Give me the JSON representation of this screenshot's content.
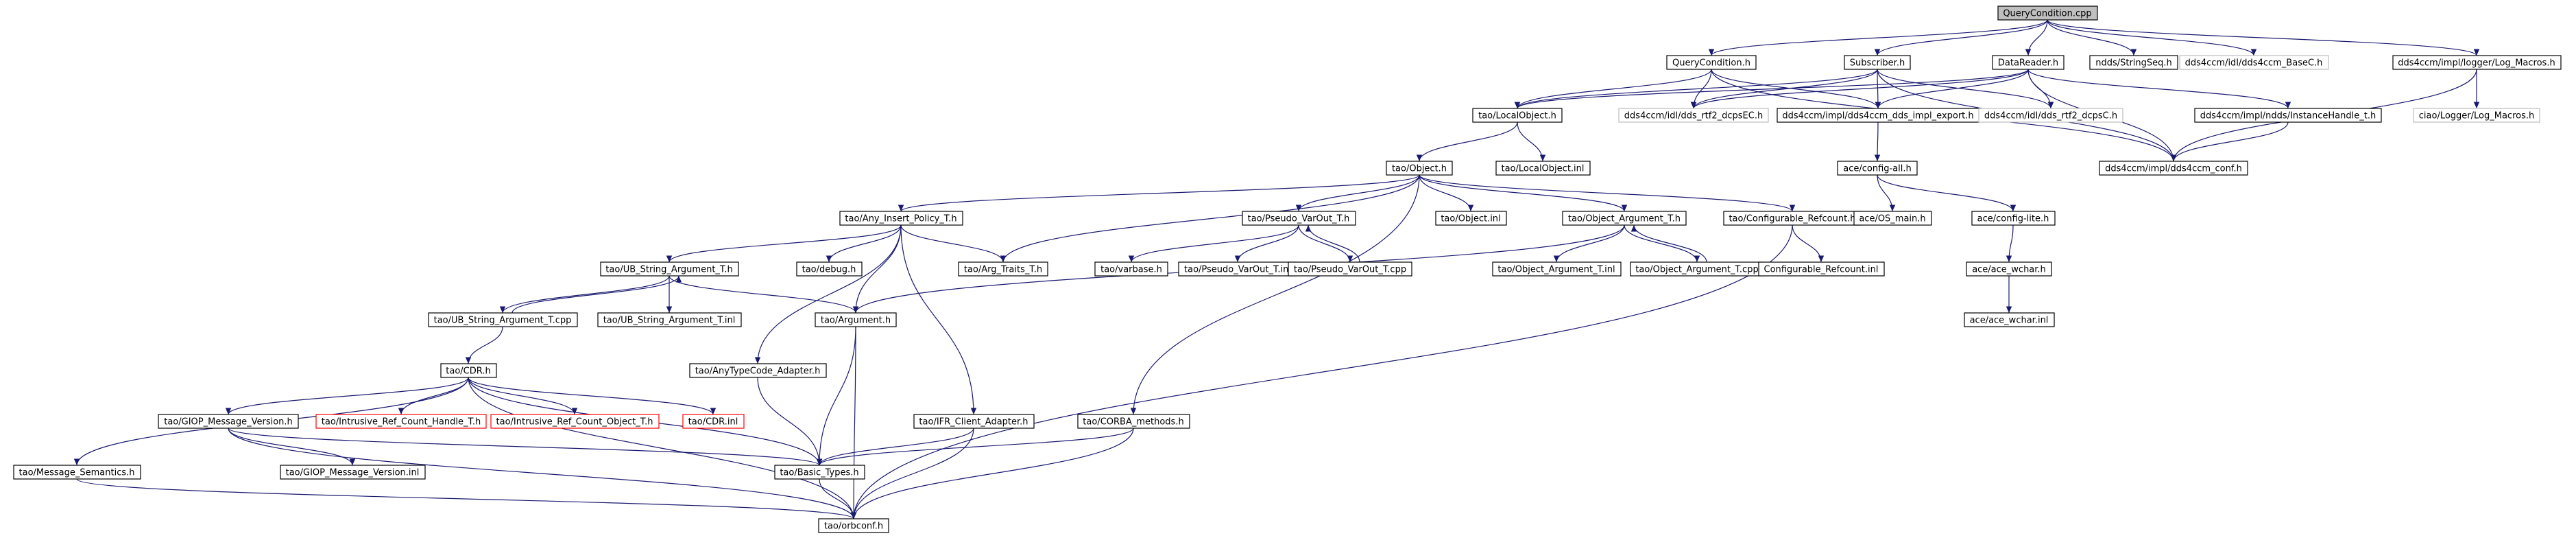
{
  "colors": {
    "edge": "#191970",
    "node_border": "#000000",
    "missing_border": "#ff0000",
    "root_fill": "#bfbfbf",
    "node_fill": "#ffffff",
    "leaf_border": "#bfbfbf"
  },
  "nodes": [
    {
      "id": "n0",
      "label": "QueryCondition.cpp",
      "style": "root"
    },
    {
      "id": "n1",
      "label": "QueryCondition.h",
      "style": "normal"
    },
    {
      "id": "n2",
      "label": "Subscriber.h",
      "style": "normal"
    },
    {
      "id": "n3",
      "label": "DataReader.h",
      "style": "normal"
    },
    {
      "id": "n4",
      "label": "ndds/StringSeq.h",
      "style": "normal"
    },
    {
      "id": "n5",
      "label": "dds4ccm/idl/dds4ccm_BaseC.h",
      "style": "leaf"
    },
    {
      "id": "n6",
      "label": "dds4ccm/impl/logger/Log_Macros.h",
      "style": "normal"
    },
    {
      "id": "n7",
      "label": "tao/LocalObject.h",
      "style": "normal"
    },
    {
      "id": "n8",
      "label": "dds4ccm/idl/dds_rtf2_dcpsEC.h",
      "style": "leaf"
    },
    {
      "id": "n9",
      "label": "dds4ccm/impl/dds4ccm_dds_impl_export.h",
      "style": "normal"
    },
    {
      "id": "n10",
      "label": "dds4ccm/idl/dds_rtf2_dcpsC.h",
      "style": "leaf"
    },
    {
      "id": "n11",
      "label": "dds4ccm/impl/ndds/InstanceHandle_t.h",
      "style": "normal"
    },
    {
      "id": "n12",
      "label": "ciao/Logger/Log_Macros.h",
      "style": "leaf"
    },
    {
      "id": "n13",
      "label": "tao/Object.h",
      "style": "normal"
    },
    {
      "id": "n14",
      "label": "tao/LocalObject.inl",
      "style": "normal"
    },
    {
      "id": "n15",
      "label": "ace/config-all.h",
      "style": "normal"
    },
    {
      "id": "n16",
      "label": "dds4ccm/impl/dds4ccm_conf.h",
      "style": "normal"
    },
    {
      "id": "n17",
      "label": "tao/Any_Insert_Policy_T.h",
      "style": "normal"
    },
    {
      "id": "n18",
      "label": "tao/Pseudo_VarOut_T.h",
      "style": "normal"
    },
    {
      "id": "n19",
      "label": "tao/Object.inl",
      "style": "normal"
    },
    {
      "id": "n20",
      "label": "tao/Object_Argument_T.h",
      "style": "normal"
    },
    {
      "id": "n21",
      "label": "tao/Configurable_Refcount.h",
      "style": "normal"
    },
    {
      "id": "n22",
      "label": "ace/OS_main.h",
      "style": "normal"
    },
    {
      "id": "n23",
      "label": "ace/config-lite.h",
      "style": "normal"
    },
    {
      "id": "n24",
      "label": "tao/UB_String_Argument_T.h",
      "style": "normal"
    },
    {
      "id": "n25",
      "label": "tao/debug.h",
      "style": "normal"
    },
    {
      "id": "n26",
      "label": "tao/Arg_Traits_T.h",
      "style": "normal"
    },
    {
      "id": "n27",
      "label": "tao/varbase.h",
      "style": "normal"
    },
    {
      "id": "n28",
      "label": "tao/Pseudo_VarOut_T.inl",
      "style": "normal"
    },
    {
      "id": "n29",
      "label": "tao/Pseudo_VarOut_T.cpp",
      "style": "normal"
    },
    {
      "id": "n30",
      "label": "tao/Object_Argument_T.inl",
      "style": "normal"
    },
    {
      "id": "n31",
      "label": "tao/Object_Argument_T.cpp",
      "style": "normal"
    },
    {
      "id": "n32",
      "label": "Configurable_Refcount.inl",
      "style": "normal"
    },
    {
      "id": "n33",
      "label": "ace/ace_wchar.h",
      "style": "normal"
    },
    {
      "id": "n34",
      "label": "tao/UB_String_Argument_T.cpp",
      "style": "normal"
    },
    {
      "id": "n35",
      "label": "tao/UB_String_Argument_T.inl",
      "style": "normal"
    },
    {
      "id": "n36",
      "label": "tao/Argument.h",
      "style": "normal"
    },
    {
      "id": "n37",
      "label": "ace/ace_wchar.inl",
      "style": "normal"
    },
    {
      "id": "n38",
      "label": "tao/CDR.h",
      "style": "normal"
    },
    {
      "id": "n39",
      "label": "tao/AnyTypeCode_Adapter.h",
      "style": "normal"
    },
    {
      "id": "n40",
      "label": "tao/GIOP_Message_Version.h",
      "style": "normal"
    },
    {
      "id": "n41",
      "label": "tao/Intrusive_Ref_Count_Handle_T.h",
      "style": "missing"
    },
    {
      "id": "n42",
      "label": "tao/Intrusive_Ref_Count_Object_T.h",
      "style": "missing"
    },
    {
      "id": "n43",
      "label": "tao/CDR.inl",
      "style": "missing"
    },
    {
      "id": "n44",
      "label": "tao/IFR_Client_Adapter.h",
      "style": "normal"
    },
    {
      "id": "n45",
      "label": "tao/CORBA_methods.h",
      "style": "normal"
    },
    {
      "id": "n46",
      "label": "tao/Message_Semantics.h",
      "style": "normal"
    },
    {
      "id": "n47",
      "label": "tao/GIOP_Message_Version.inl",
      "style": "normal"
    },
    {
      "id": "n48",
      "label": "tao/Basic_Types.h",
      "style": "normal"
    },
    {
      "id": "n49",
      "label": "tao/orbconf.h",
      "style": "normal"
    }
  ],
  "edges": [
    [
      "n0",
      "n1"
    ],
    [
      "n0",
      "n2"
    ],
    [
      "n0",
      "n3"
    ],
    [
      "n0",
      "n4"
    ],
    [
      "n0",
      "n5"
    ],
    [
      "n0",
      "n6"
    ],
    [
      "n1",
      "n7"
    ],
    [
      "n1",
      "n8"
    ],
    [
      "n1",
      "n9"
    ],
    [
      "n1",
      "n16"
    ],
    [
      "n2",
      "n7"
    ],
    [
      "n2",
      "n8"
    ],
    [
      "n2",
      "n9"
    ],
    [
      "n2",
      "n10"
    ],
    [
      "n2",
      "n16"
    ],
    [
      "n3",
      "n7"
    ],
    [
      "n3",
      "n8"
    ],
    [
      "n3",
      "n9"
    ],
    [
      "n3",
      "n10"
    ],
    [
      "n3",
      "n11"
    ],
    [
      "n3",
      "n16"
    ],
    [
      "n6",
      "n12"
    ],
    [
      "n6",
      "n16"
    ],
    [
      "n7",
      "n13"
    ],
    [
      "n7",
      "n14"
    ],
    [
      "n9",
      "n15"
    ],
    [
      "n11",
      "n16"
    ],
    [
      "n13",
      "n17"
    ],
    [
      "n13",
      "n18"
    ],
    [
      "n13",
      "n19"
    ],
    [
      "n13",
      "n20"
    ],
    [
      "n13",
      "n21"
    ],
    [
      "n13",
      "n26"
    ],
    [
      "n13",
      "n45"
    ],
    [
      "n15",
      "n22"
    ],
    [
      "n15",
      "n23"
    ],
    [
      "n17",
      "n24"
    ],
    [
      "n17",
      "n25"
    ],
    [
      "n17",
      "n26"
    ],
    [
      "n17",
      "n36"
    ],
    [
      "n17",
      "n39"
    ],
    [
      "n17",
      "n44"
    ],
    [
      "n18",
      "n27"
    ],
    [
      "n18",
      "n28"
    ],
    [
      "n18",
      "n29"
    ],
    [
      "n29",
      "n18"
    ],
    [
      "n20",
      "n30"
    ],
    [
      "n20",
      "n31"
    ],
    [
      "n20",
      "n36"
    ],
    [
      "n31",
      "n20"
    ],
    [
      "n21",
      "n32"
    ],
    [
      "n21",
      "n49"
    ],
    [
      "n23",
      "n33"
    ],
    [
      "n33",
      "n37"
    ],
    [
      "n24",
      "n34"
    ],
    [
      "n24",
      "n35"
    ],
    [
      "n24",
      "n36"
    ],
    [
      "n34",
      "n24"
    ],
    [
      "n34",
      "n38"
    ],
    [
      "n36",
      "n48"
    ],
    [
      "n36",
      "n49"
    ],
    [
      "n38",
      "n40"
    ],
    [
      "n38",
      "n41"
    ],
    [
      "n38",
      "n42"
    ],
    [
      "n38",
      "n43"
    ],
    [
      "n38",
      "n46"
    ],
    [
      "n38",
      "n48"
    ],
    [
      "n38",
      "n49"
    ],
    [
      "n39",
      "n48"
    ],
    [
      "n40",
      "n47"
    ],
    [
      "n40",
      "n48"
    ],
    [
      "n40",
      "n49"
    ],
    [
      "n44",
      "n48"
    ],
    [
      "n44",
      "n49"
    ],
    [
      "n45",
      "n48"
    ],
    [
      "n45",
      "n49"
    ],
    [
      "n46",
      "n49"
    ],
    [
      "n48",
      "n49"
    ]
  ]
}
